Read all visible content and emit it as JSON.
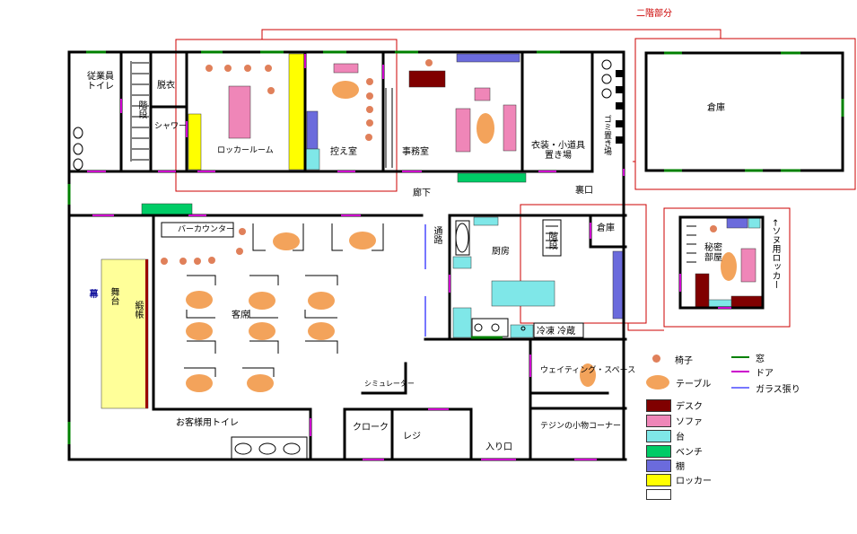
{
  "colors": {
    "wall": "#000000",
    "window": "#008000",
    "door": "#cc00cc",
    "glass": "#7777ff",
    "chair": "#e0805a",
    "table": "#f3a35b",
    "desk": "#800000",
    "sofa": "#ef86b8",
    "stand": "#7fe7e8",
    "bench": "#00cc66",
    "shelf": "#6b6bdc",
    "locker": "#ffff00",
    "stage": "#ffff99",
    "curtain": "#990000",
    "upper_frame": "#cc0000"
  },
  "labels": {
    "upper_floor": "二階部分",
    "staff_toilet": "従業員\nトイレ",
    "dressing": "脱衣",
    "stairs_left": "階段",
    "shower": "シャワー",
    "locker_room": "ロッカールーム",
    "waiting_room": "控え室",
    "office": "事務室",
    "costume": "衣装・小道具\n置き場",
    "trash": "ゴミ置き場",
    "storage_upper": "倉庫",
    "corridor": "廊下",
    "back_door": "裏口",
    "bar_counter": "バーカウンター",
    "passage": "通路",
    "kitchen": "厨房",
    "stairs_kitchen": "階段",
    "storage_kitchen": "倉庫",
    "secret_room": "秘密\n部屋",
    "sonu_locker": "←ソヌ用ロッカー",
    "curtain_side": "幕",
    "stage": "舞台",
    "draw_curtain": "緞帳",
    "seats": "客席",
    "fridge": "冷凍 冷蔵",
    "waiting_space": "ウェイティング・スペース",
    "simulator": "シミュレーター",
    "guest_toilet": "お客様用トイレ",
    "cloak": "クローク",
    "register": "レジ",
    "entrance": "入り口",
    "shop_corner": "テジンの小物コーナー"
  },
  "legend": [
    {
      "key": "chair",
      "label": "椅子"
    },
    {
      "key": "table",
      "label": "テーブル"
    },
    {
      "key": "desk",
      "label": "デスク"
    },
    {
      "key": "sofa",
      "label": "ソファ"
    },
    {
      "key": "stand",
      "label": "台"
    },
    {
      "key": "bench",
      "label": "ベンチ"
    },
    {
      "key": "shelf",
      "label": "棚"
    },
    {
      "key": "locker",
      "label": "ロッカー"
    },
    {
      "key": "blank",
      "label": ""
    },
    {
      "key": "window",
      "label": "窓"
    },
    {
      "key": "door",
      "label": "ドア"
    },
    {
      "key": "glass",
      "label": "ガラス張り"
    }
  ]
}
